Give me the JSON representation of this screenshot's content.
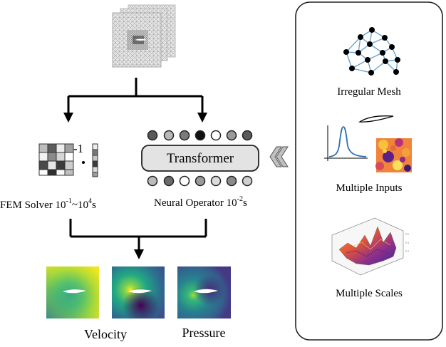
{
  "left": {
    "inverse_power": "-1",
    "fem_solver": {
      "prefix": "FEM Solver 10",
      "exp1": "-1",
      "mid": "~10",
      "exp2": "4",
      "suffix": "s"
    },
    "neural_operator": {
      "prefix": "Neural Operator 10",
      "exp": "-2",
      "suffix": "s"
    },
    "transformer_label": "Transformer",
    "outputs": {
      "velocity": "Velocity",
      "pressure": "Pressure"
    }
  },
  "right_panel": {
    "irregular_mesh": "Irregular Mesh",
    "multiple_inputs": "Multiple Inputs",
    "multiple_scales": "Multiple Scales"
  }
}
